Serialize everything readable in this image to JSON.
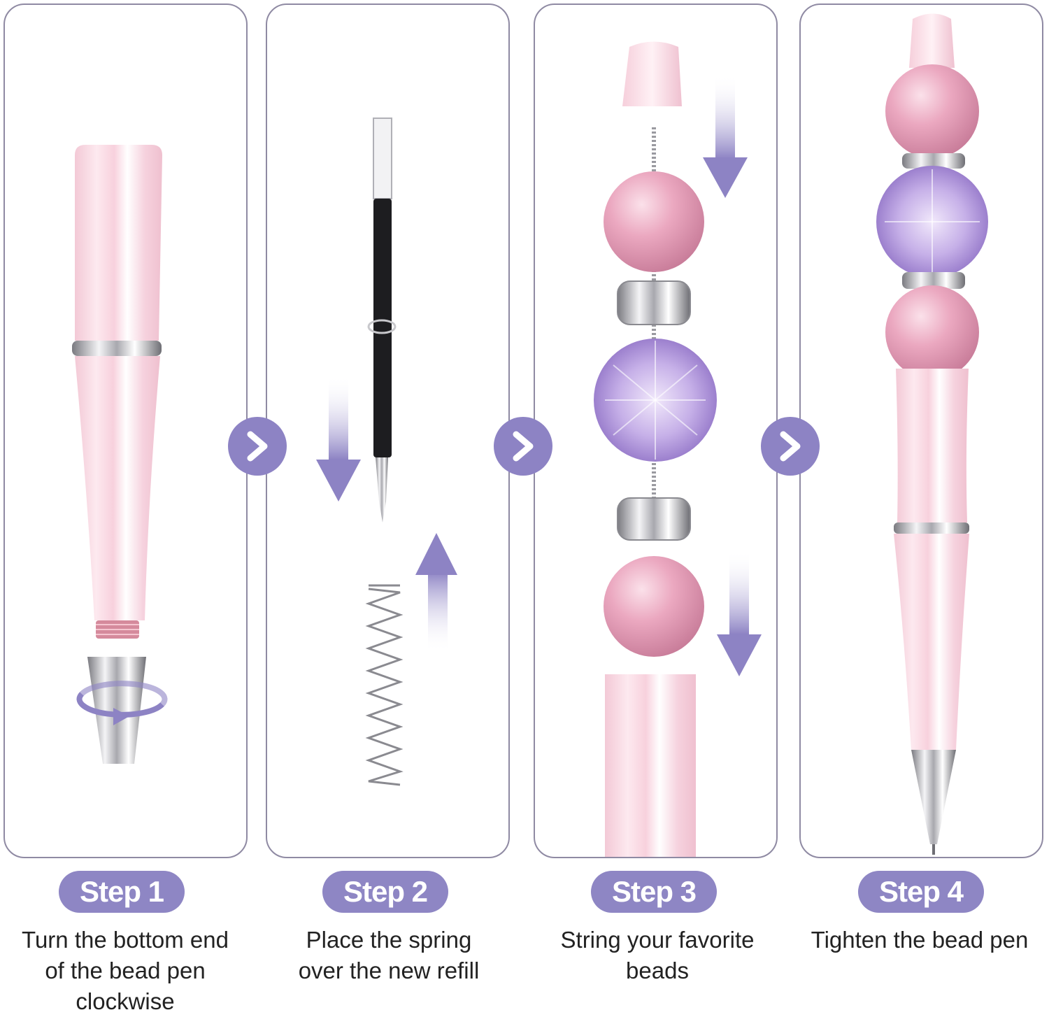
{
  "colors": {
    "accent": "#8e86c4",
    "panel_border": "#8f8aa3",
    "pen_pink": "#f6d3de",
    "pearl_pink": "#e7a5bd",
    "crystal_purple": "#a78cd6"
  },
  "steps": [
    {
      "badge": "Step 1",
      "caption_lines": [
        "Turn the bottom end",
        "of the bead pen",
        "clockwise"
      ]
    },
    {
      "badge": "Step 2",
      "caption_lines": [
        "Place the spring",
        "over the new refill"
      ]
    },
    {
      "badge": "Step 3",
      "caption_lines": [
        "String your favorite",
        "beads"
      ]
    },
    {
      "badge": "Step 4",
      "caption_lines": [
        "Tighten the bead pen"
      ]
    }
  ],
  "icons": {
    "next": "play-triangle-icon",
    "direction": "arrow-icon",
    "rotate": "rotate-clockwise-icon"
  }
}
